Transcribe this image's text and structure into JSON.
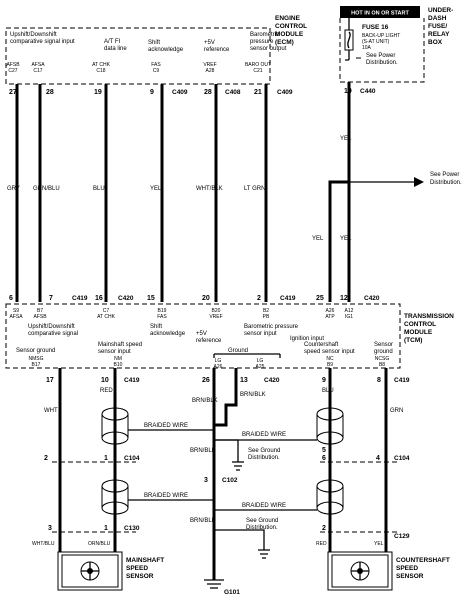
{
  "top_box": {
    "hot_label": "HOT IN ON OR START",
    "fuse": "FUSE 16",
    "fuse_desc1": "BACK-UP LIGHT",
    "fuse_desc2": "(S-AT UNIT)",
    "fuse_amp": "10A",
    "see_power1": "See Power",
    "see_power2": "Distribution."
  },
  "underdash": [
    "UNDER-",
    "DASH",
    "FUSE/",
    "RELAY",
    "BOX"
  ],
  "ecm": {
    "label": [
      "ENGINE",
      "CONTROL",
      "MODULE",
      "(ECM)"
    ],
    "funcs": [
      {
        "l1": "Upshift/Downshift",
        "l2": "comparative signal input"
      },
      {
        "l1": "A/T FI",
        "l2": "data line"
      },
      {
        "l1": "Shift",
        "l2": "acknowledge"
      },
      {
        "l1": "+5V",
        "l2": "reference"
      },
      {
        "l1": "Barometric",
        "l2": "pressure",
        "l3": "sensor output"
      }
    ],
    "codes": [
      "AFSB",
      "AFSA",
      "AT CHK",
      "FAS",
      "VREF",
      "BARO OUT"
    ],
    "codes2": [
      "C27",
      "C17",
      "C18",
      "C9",
      "A28",
      "C21"
    ],
    "pins": [
      "27",
      "28",
      "19",
      "9",
      "28",
      "21"
    ],
    "connectors": [
      "C409",
      "C408",
      "C409"
    ]
  },
  "wires_top": [
    {
      "pin": "27",
      "color": "GRY"
    },
    {
      "pin": "28",
      "color": "GRN/BLU"
    },
    {
      "pin": "19",
      "color": "BLU"
    },
    {
      "pin": "9",
      "color": "YEL"
    },
    {
      "pin": "28",
      "color": "WHT/BLK"
    },
    {
      "pin": "21",
      "color": "LT GRN"
    }
  ],
  "fuse_wire": {
    "pin": "10",
    "connector": "C440",
    "color": "YEL"
  },
  "see_power_mid": [
    "See Power",
    "Distribution."
  ],
  "tcm": {
    "label": [
      "TRANSMISSION",
      "CONTROL",
      "MODULE",
      "(TCM)"
    ],
    "pins_top": [
      "6",
      "7",
      "16",
      "15",
      "20",
      "2",
      "25",
      "12"
    ],
    "connectors_top": [
      "C419",
      "C420",
      "C419",
      "C420"
    ],
    "codes": [
      "S9",
      "B7",
      "C7",
      "B19",
      "B20",
      "B2",
      "A26",
      "A12"
    ],
    "codes2": [
      "AFSA",
      "AFSB",
      "AT CHK",
      "FAS",
      "VREF",
      "PB",
      "ATP",
      "IG1"
    ],
    "funcs": [
      {
        "l1": "Upshift/Downshift",
        "l2": "comparative signal"
      },
      {
        "l1": "Shift",
        "l2": "acknowledge"
      },
      {
        "l1": "+5V",
        "l2": "reference"
      },
      {
        "l1": "Barometric pressure",
        "l2": "sensor input"
      },
      {
        "l1": "Ignition input"
      }
    ],
    "bottom_funcs": [
      {
        "l1": "Mainshaft speed",
        "l2": "sensor input"
      },
      {
        "l1": "Ground"
      },
      {
        "l1": "Countershaft",
        "l2": "speed sensor input"
      },
      {
        "l1": "Sensor",
        "l2": "ground"
      }
    ],
    "sensor_ground_left": "Sensor ground",
    "bottom_codes": [
      "NMSG",
      "NM",
      "LG",
      "LG",
      "NC",
      "NCSG"
    ],
    "bottom_codes2": [
      "B17",
      "B10",
      "A26",
      "A25",
      "B9",
      "B8"
    ],
    "pins_bottom": [
      "17",
      "10",
      "26",
      "13",
      "9",
      "8"
    ],
    "connectors_bottom": [
      "C419",
      "C420",
      "C419"
    ]
  },
  "wires_bottom": [
    "WHT",
    "RED",
    "BRN/BLK",
    "BRN/BLK",
    "BLU",
    "GRN"
  ],
  "braided": "BRAIDED WIRE",
  "see_ground": [
    "See Ground",
    "Distribution."
  ],
  "connectors_mid": [
    "C104",
    "C102",
    "C104",
    "C130",
    "C129"
  ],
  "mid_pins": [
    "2",
    "1",
    "3",
    "6",
    "5",
    "4",
    "3",
    "1",
    "2"
  ],
  "sensor_wire_colors": [
    "WHT/BLU",
    "ORN/BLU",
    "RED",
    "YEL"
  ],
  "mainshaft": [
    "MAINSHAFT",
    "SPEED",
    "SENSOR"
  ],
  "countershaft": [
    "COUNTERSHAFT",
    "SPEED",
    "SENSOR"
  ],
  "ground": "G101"
}
